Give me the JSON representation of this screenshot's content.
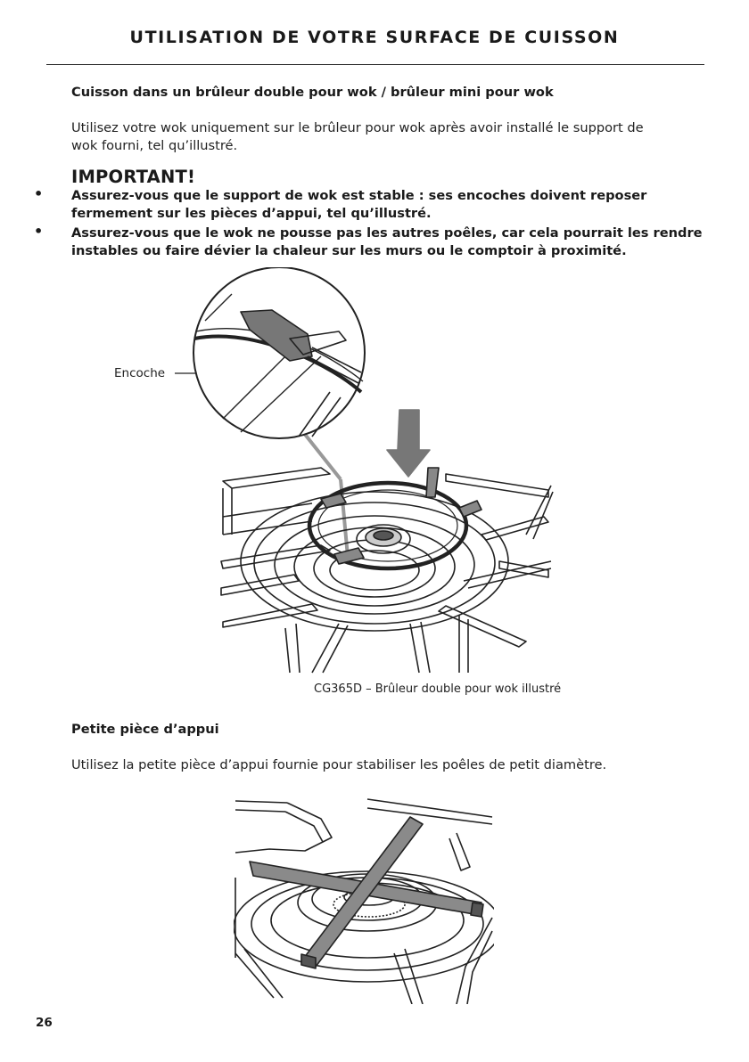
{
  "header": {
    "title": "UTILISATION DE VOTRE SURFACE DE CUISSON"
  },
  "section1": {
    "heading": "Cuisson dans un brûleur double pour wok /  brûleur mini pour wok",
    "para_line1": "Utilisez votre wok uniquement sur le brûleur pour wok après avoir installé le support de",
    "para_line2": "wok fourni, tel qu’illustré."
  },
  "important": {
    "title": "IMPORTANT!",
    "bullets": [
      {
        "line1": "Assurez-vous que le support de wok est stable : ses encoches doivent reposer",
        "line2": "fermement sur les pièces d’appui, tel qu’illustré."
      },
      {
        "line1": "Assurez-vous que le wok ne pousse pas les autres poêles, car cela pourrait les rendre",
        "line2": "instables ou faire dévier la chaleur sur les murs ou le comptoir à proximité."
      }
    ]
  },
  "figure1": {
    "label": "Encoche",
    "caption": "CG365D – Brûleur double pour wok illustré"
  },
  "section2": {
    "heading": "Petite pièce d’appui",
    "para": "Utilisez la petite pièce d’appui fournie pour stabiliser les poêles de petit diamètre."
  },
  "footer": {
    "page_number": "26"
  }
}
